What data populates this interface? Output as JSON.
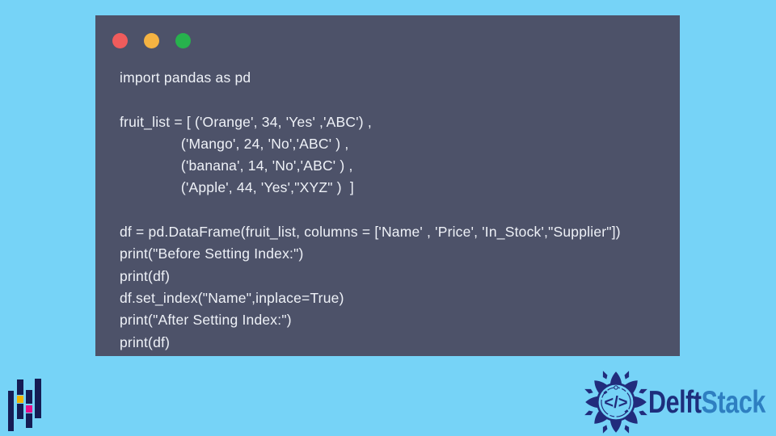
{
  "colors": {
    "page_bg": "#76d3f7",
    "window_bg": "#4d5269",
    "code_text": "#eef1f7",
    "dot_red": "#f05c5c",
    "dot_yellow": "#f5b342",
    "dot_green": "#27b24d",
    "logo_navy": "#151c54",
    "logo_yellow": "#f0b400",
    "logo_pink": "#e70c8a",
    "emblem_navy": "#212c7c",
    "delft_navy": "#1d2e7c",
    "stack_blue": "#2e7fc1"
  },
  "window": {
    "traffic_lights": [
      "close",
      "minimize",
      "zoom"
    ],
    "code_lines": [
      "import pandas as pd",
      "",
      "fruit_list = [ ('Orange', 34, 'Yes' ,'ABC') ,",
      "               ('Mango', 24, 'No','ABC' ) ,",
      "               ('banana', 14, 'No','ABC' ) ,",
      "               ('Apple', 44, 'Yes',\"XYZ\" )  ]",
      "",
      "df = pd.DataFrame(fruit_list, columns = ['Name' , 'Price', 'In_Stock',\"Supplier\"])",
      "print(\"Before Setting Index:\")",
      "print(df)",
      "df.set_index(\"Name\",inplace=True)",
      "print(\"After Setting Index:\")",
      "print(df)"
    ]
  },
  "delftstack_logo": {
    "code_glyph": "</>",
    "text_delft": "Delft",
    "text_stack": "Stack"
  }
}
